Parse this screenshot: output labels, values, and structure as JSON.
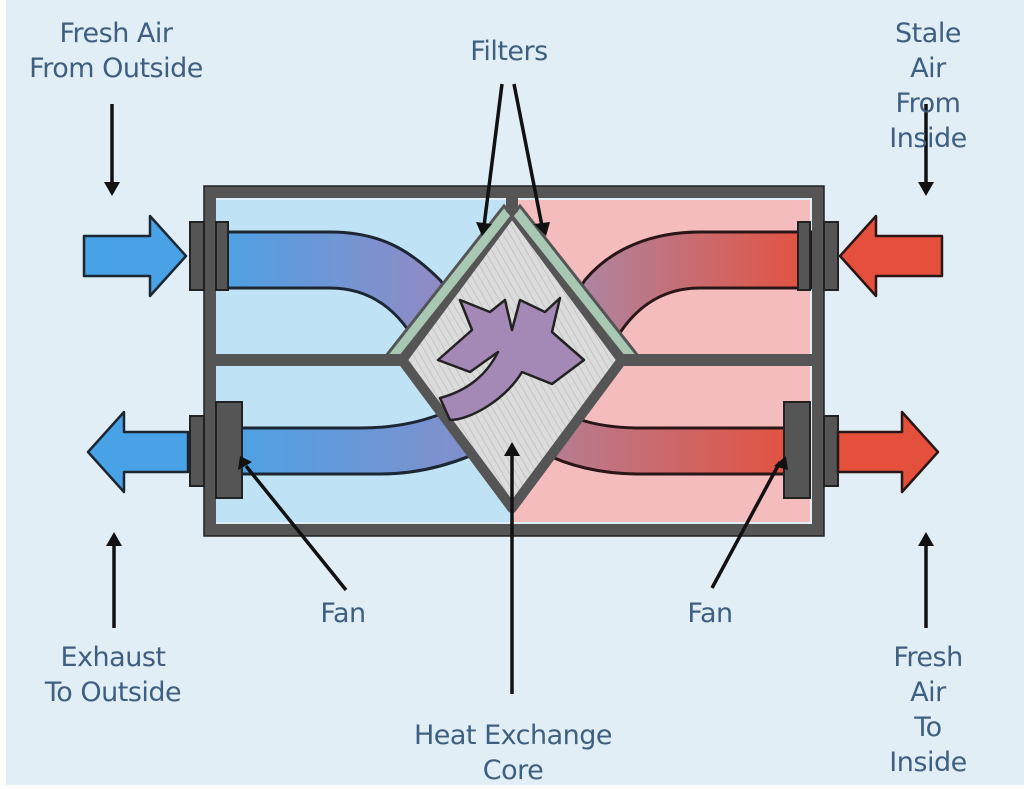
{
  "diagram": {
    "title": "Heat Recovery Ventilator airflow",
    "colors": {
      "background": "#e2eef5",
      "label_text": "#3f5f80",
      "casing": "#555555",
      "cold_side": "#bfe3f5",
      "warm_side": "#f4bcbc",
      "fresh_air_blue": "#4aa2e6",
      "stale_air_red": "#e5503d",
      "mixed_purple": "#9a88c0",
      "filter_green": "#a9c8b4",
      "core_hatch": "#d6d6d6"
    },
    "labels": {
      "fresh_air_from_outside": "Fresh Air\nFrom Outside",
      "filters": "Filters",
      "stale_air_from_inside": "Stale Air\nFrom Inside",
      "fan_left": "Fan",
      "fan_right": "Fan",
      "exhaust_to_outside": "Exhaust\nTo Outside",
      "fresh_air_to_inside": "Fresh Air\nTo Inside",
      "heat_exchange_core": "Heat Exchange\nCore"
    },
    "flows": [
      {
        "name": "fresh-air-intake",
        "from": "outside",
        "to": "inside",
        "color": "blue-to-red"
      },
      {
        "name": "stale-air-exhaust",
        "from": "inside",
        "to": "outside",
        "color": "red-to-blue"
      }
    ]
  }
}
